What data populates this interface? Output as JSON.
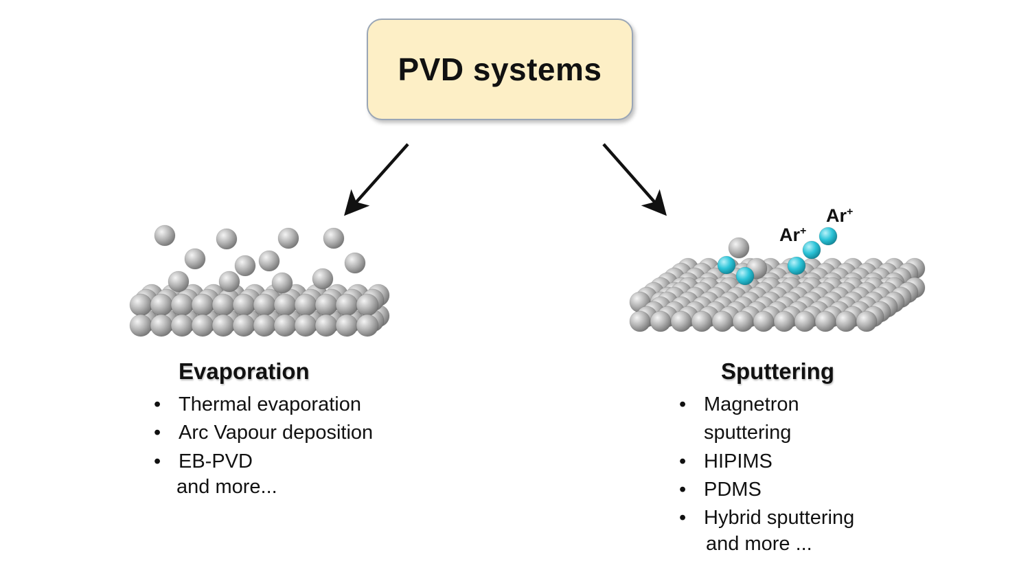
{
  "title": "PVD systems",
  "evaporation": {
    "heading": "Evaporation",
    "items": [
      "Thermal evaporation",
      "Arc Vapour deposition",
      "EB-PVD"
    ],
    "more": "and more..."
  },
  "sputtering": {
    "heading": "Sputtering",
    "items": [
      "Magnetron sputtering",
      "HIPIMS",
      "PDMS",
      "Hybrid sputtering"
    ],
    "more": "and more ...",
    "ion_label": "Ar",
    "ion_charge": "+"
  },
  "bullet": "•",
  "colors": {
    "title_fill": "#fdefc6",
    "title_border": "#9aa6b6",
    "atom": "#b4b4b4",
    "argon_ion": "#2cc4d8",
    "arrow": "#111111"
  }
}
